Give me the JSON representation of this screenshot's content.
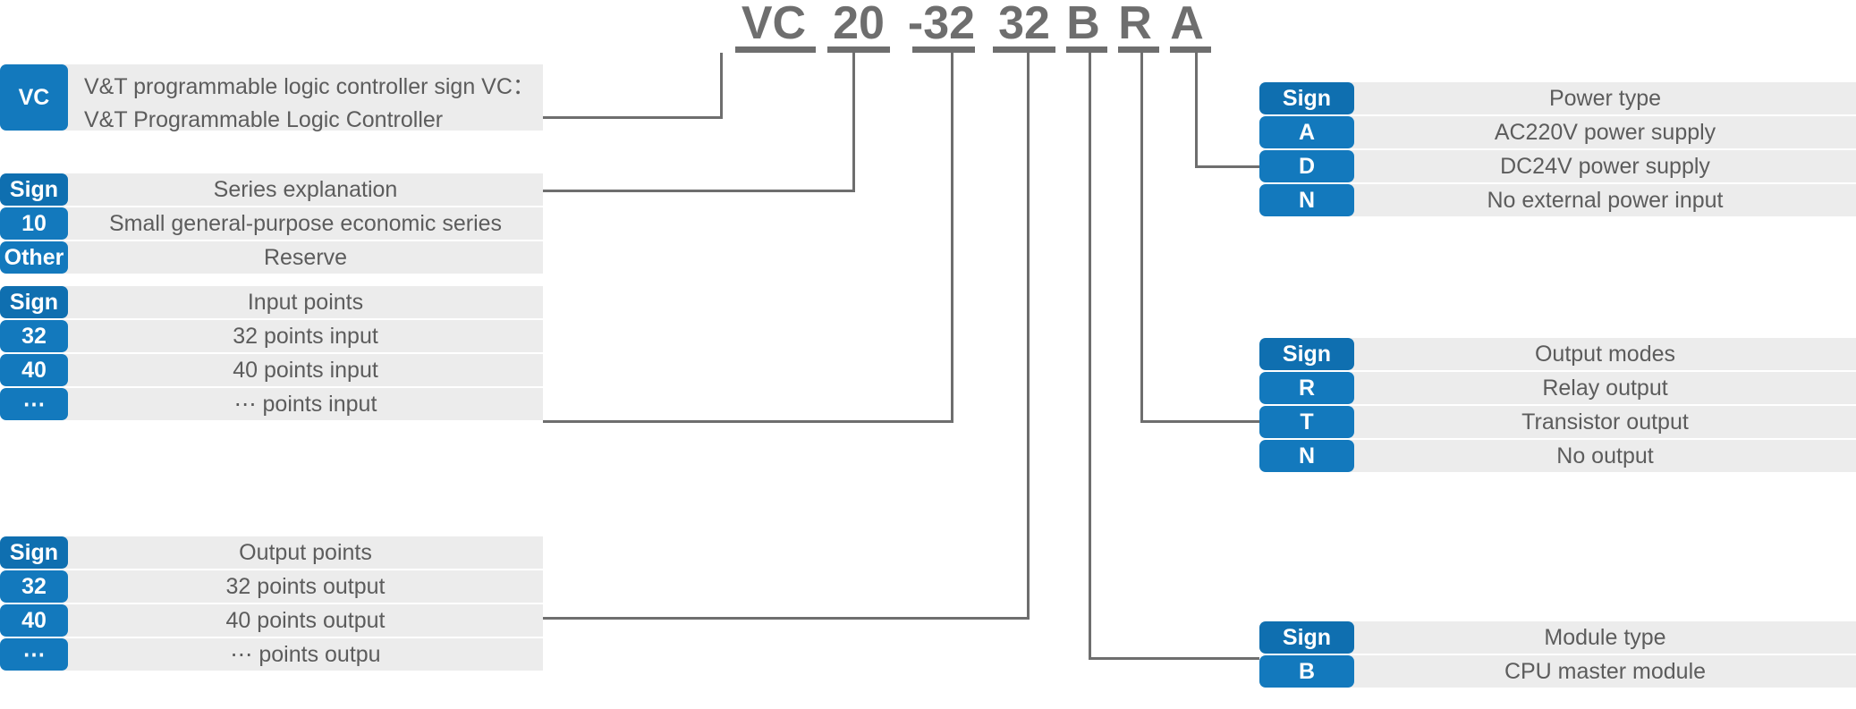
{
  "model": {
    "segments": [
      {
        "text": "VC",
        "name": "segment-vc"
      },
      {
        "text": "20",
        "name": "segment-20"
      },
      {
        "text": "-32",
        "name": "segment-32-input"
      },
      {
        "text": "32",
        "name": "segment-32-output"
      },
      {
        "text": "B",
        "name": "segment-b"
      },
      {
        "text": "R",
        "name": "segment-r"
      },
      {
        "text": "A",
        "name": "segment-a"
      }
    ],
    "full": "VC20-3232BRA"
  },
  "colors": {
    "sign_blue": "#1379bd",
    "sign_blue_header": "#0f6fb0",
    "desc_gray": "#ececec",
    "text_gray": "#5c5c5c",
    "line_gray": "#6e6e6e"
  },
  "tables": {
    "brand": {
      "rows": [
        {
          "sign": "VC",
          "line1": "V&T programmable logic controller sign VC：",
          "line2": "V&T Programmable Logic Controller"
        }
      ]
    },
    "series": {
      "rows": [
        {
          "sign": "Sign",
          "desc": "Series explanation"
        },
        {
          "sign": "10",
          "desc": "Small general-purpose economic series"
        },
        {
          "sign": "Other",
          "desc": "Reserve"
        }
      ]
    },
    "input_points": {
      "rows": [
        {
          "sign": "Sign",
          "desc": "Input points"
        },
        {
          "sign": "32",
          "desc": "32 points input"
        },
        {
          "sign": "40",
          "desc": "40 points input"
        },
        {
          "sign": "⋯",
          "desc": "⋯ points input"
        }
      ]
    },
    "output_points": {
      "rows": [
        {
          "sign": "Sign",
          "desc": "Output points"
        },
        {
          "sign": "32",
          "desc": "32 points output"
        },
        {
          "sign": "40",
          "desc": "40 points output"
        },
        {
          "sign": "⋯",
          "desc": "⋯ points outpu"
        }
      ]
    },
    "power_type": {
      "rows": [
        {
          "sign": "Sign",
          "desc": "Power type"
        },
        {
          "sign": "A",
          "desc": "AC220V power supply"
        },
        {
          "sign": "D",
          "desc": "DC24V power supply"
        },
        {
          "sign": "N",
          "desc": "No external power input"
        }
      ]
    },
    "output_modes": {
      "rows": [
        {
          "sign": "Sign",
          "desc": "Output modes"
        },
        {
          "sign": "R",
          "desc": "Relay output"
        },
        {
          "sign": "T",
          "desc": "Transistor output"
        },
        {
          "sign": "N",
          "desc": "No output"
        }
      ]
    },
    "module_type": {
      "rows": [
        {
          "sign": "Sign",
          "desc": "Module type"
        },
        {
          "sign": "B",
          "desc": "CPU master module"
        }
      ]
    }
  }
}
